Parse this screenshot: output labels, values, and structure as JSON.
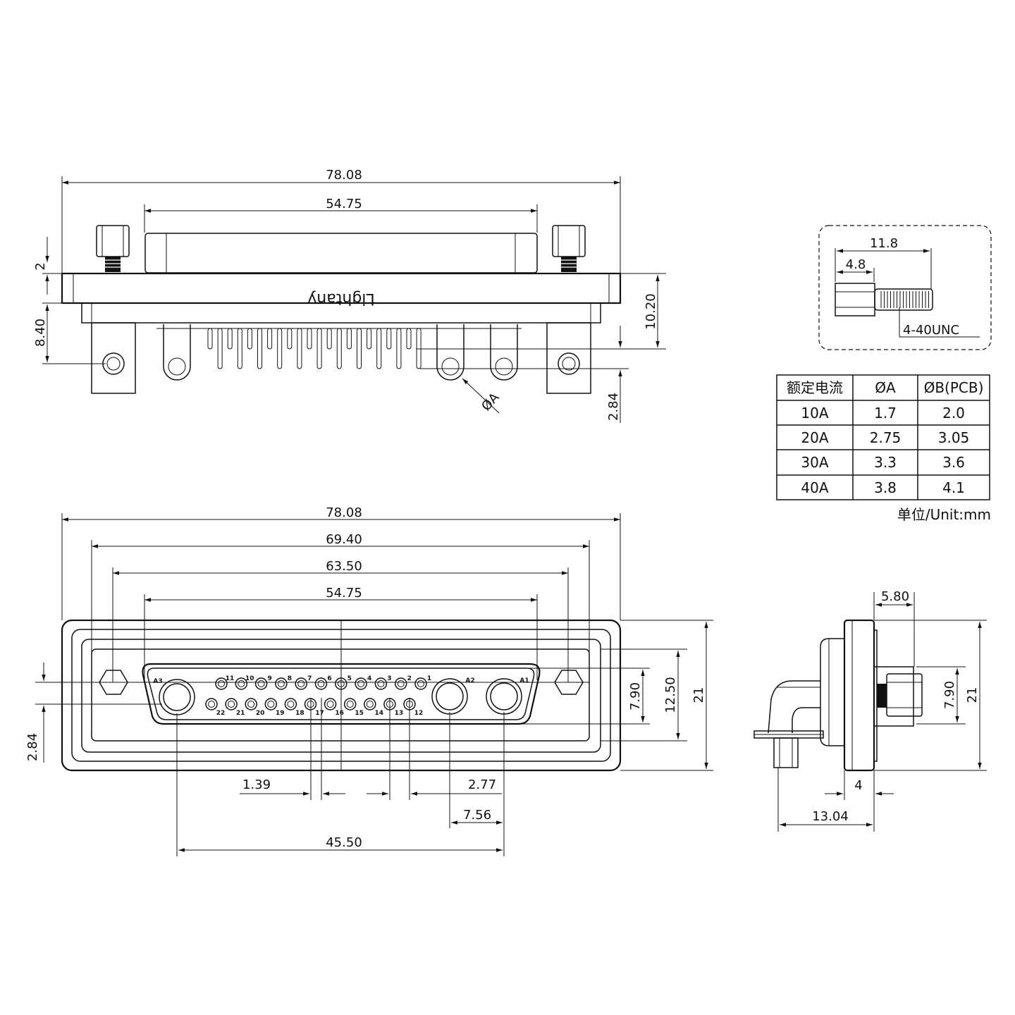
{
  "brand_marking": "Lightany",
  "top_view": {
    "dims": {
      "overall_width": "78.08",
      "shell_width": "54.75",
      "flange_offset": "2",
      "height": "10.20",
      "bracket_height": "8.40",
      "pin_offset": "2.84",
      "hole_label": "ØA"
    }
  },
  "front_view": {
    "dims": {
      "overall_width": "78.08",
      "bracket_pitch": "69.40",
      "mount_hole_pitch": "63.50",
      "shell_width": "54.75",
      "row_spacing": "7.90",
      "shell_height": "12.50",
      "overall_height": "21",
      "row_offset": "2.84",
      "pin_pitch": "1.39",
      "power_pitch": "2.77",
      "power_spacing": "7.56",
      "power_span": "45.50"
    },
    "power_contacts": [
      "A3",
      "A2",
      "A1"
    ],
    "top_row_pins": [
      "11",
      "10",
      "9",
      "8",
      "7",
      "6",
      "5",
      "4",
      "3",
      "2",
      "1"
    ],
    "bottom_row_pins": [
      "22",
      "21",
      "20",
      "19",
      "18",
      "17",
      "16",
      "15",
      "14",
      "13",
      "12"
    ]
  },
  "screw_detail": {
    "length": "11.8",
    "head_length": "4.8",
    "thread": "4-40UNC"
  },
  "spec_table": {
    "headers": [
      "额定电流",
      "ØA",
      "ØB(PCB)"
    ],
    "rows": [
      [
        "10A",
        "1.7",
        "2.0"
      ],
      [
        "20A",
        "2.75",
        "3.05"
      ],
      [
        "30A",
        "3.3",
        "3.6"
      ],
      [
        "40A",
        "3.8",
        "4.1"
      ]
    ],
    "unit_note": "单位/Unit:mm"
  },
  "side_view": {
    "dims": {
      "top_offset": "5.80",
      "row_spacing": "7.90",
      "overall_height": "21",
      "flange_thickness": "4",
      "depth": "13.04"
    }
  }
}
